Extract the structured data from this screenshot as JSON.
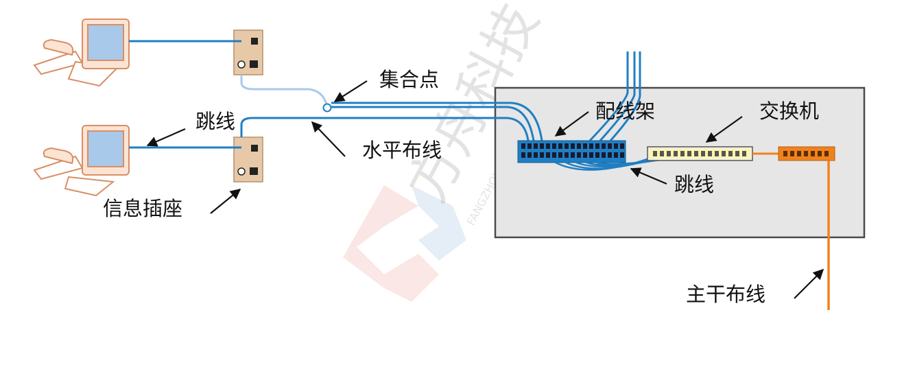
{
  "labels": {
    "consolidation_point": "集合点",
    "patch_cord_left": "跳线",
    "horizontal_cabling": "水平布线",
    "info_outlet": "信息插座",
    "patch_panel": "配线架",
    "switch": "交换机",
    "patch_cord_right": "跳线",
    "backbone_cabling": "主干布线"
  },
  "watermark": {
    "text": "方舟科技",
    "subtext": "FANGZHOU TECHNOLOGIES"
  },
  "colors": {
    "cable_blue": "#1f7fc4",
    "cable_light_blue": "#a9c9ea",
    "backbone_orange": "#f0821e",
    "rack_fill": "#e6e6e6",
    "rack_border": "#4a4a4a",
    "outlet_fill": "#e7c9a8",
    "device_outline": "#d98e66",
    "screen_fill": "#a9c9ea",
    "arrow": "#111111"
  }
}
